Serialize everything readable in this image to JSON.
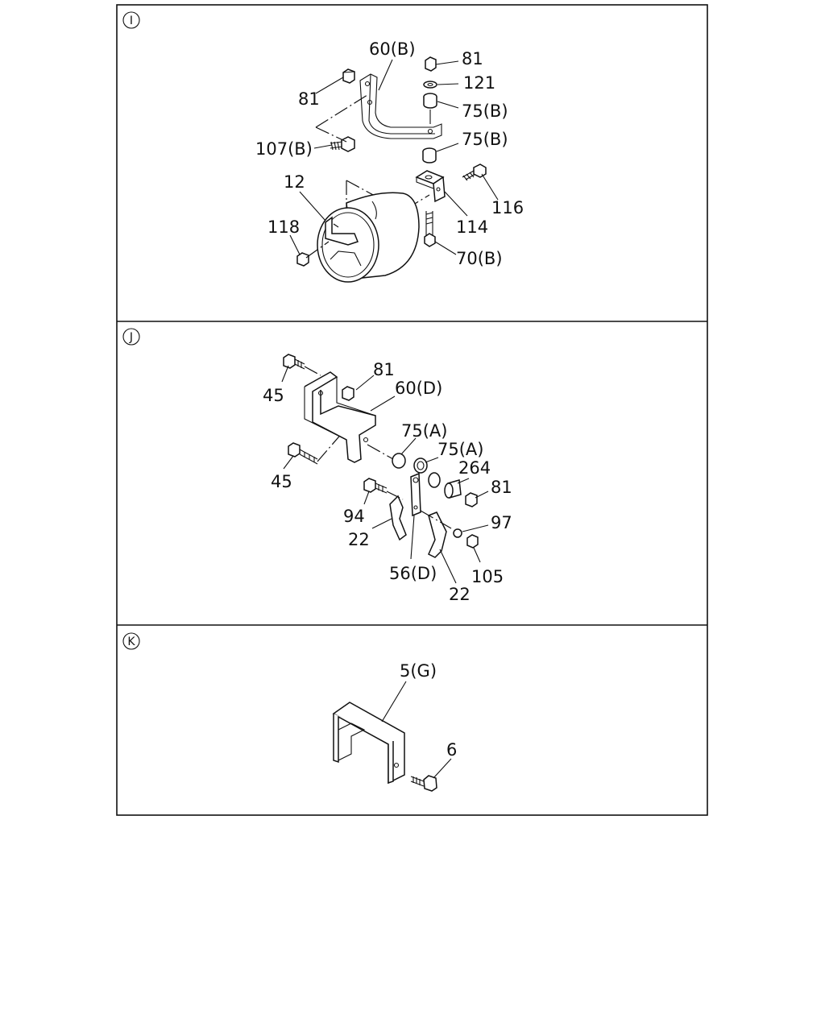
{
  "sections": [
    {
      "id": "I",
      "labels": [
        "60(B)",
        "81",
        "121",
        "75(B)",
        "81",
        "107(B)",
        "75(B)",
        "12",
        "116",
        "118",
        "114",
        "70(B)"
      ]
    },
    {
      "id": "J",
      "labels": [
        "45",
        "81",
        "60(D)",
        "75(A)",
        "75(A)",
        "45",
        "264",
        "81",
        "94",
        "97",
        "22",
        "56(D)",
        "105",
        "22"
      ]
    },
    {
      "id": "K",
      "labels": [
        "5(G)",
        "6"
      ]
    }
  ]
}
